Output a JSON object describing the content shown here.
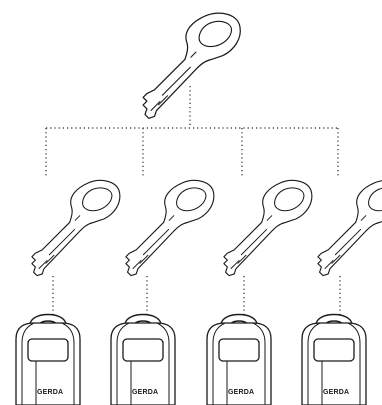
{
  "diagram": {
    "master_key": {
      "icon": "key-icon"
    },
    "keys": [
      {
        "icon": "key-icon"
      },
      {
        "icon": "key-icon"
      },
      {
        "icon": "key-icon"
      },
      {
        "icon": "key-icon"
      }
    ],
    "padlocks": [
      {
        "icon": "padlock-icon",
        "brand": "GERDA"
      },
      {
        "icon": "padlock-icon",
        "brand": "GERDA"
      },
      {
        "icon": "padlock-icon",
        "brand": "GERDA"
      },
      {
        "icon": "padlock-icon",
        "brand": "GERDA"
      }
    ],
    "colors": {
      "line": "#1a1a1a",
      "background": "#ffffff"
    }
  }
}
